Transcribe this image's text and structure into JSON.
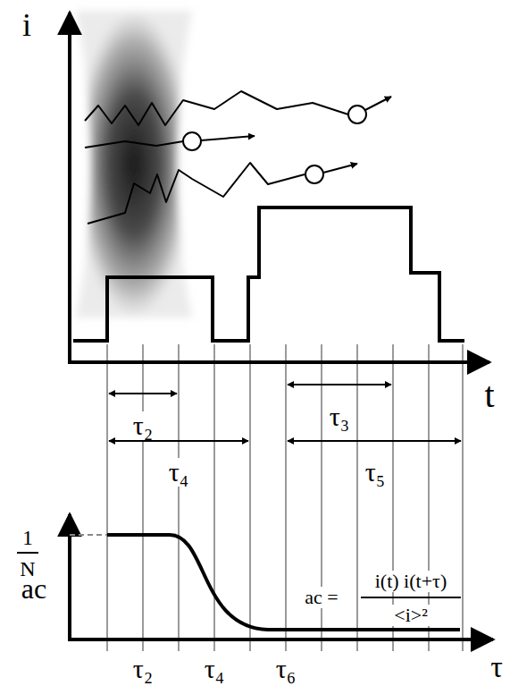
{
  "diagram": {
    "labels": [
      "i",
      "t",
      "τ₂",
      "τ₄",
      "τ₃",
      "τ₅",
      "ac",
      "1",
      "N",
      "ac =",
      "i(t) i(t+τ)",
      "<i>²",
      "τ₂",
      "τ₄",
      "τ₆",
      "τ"
    ]
  }
}
